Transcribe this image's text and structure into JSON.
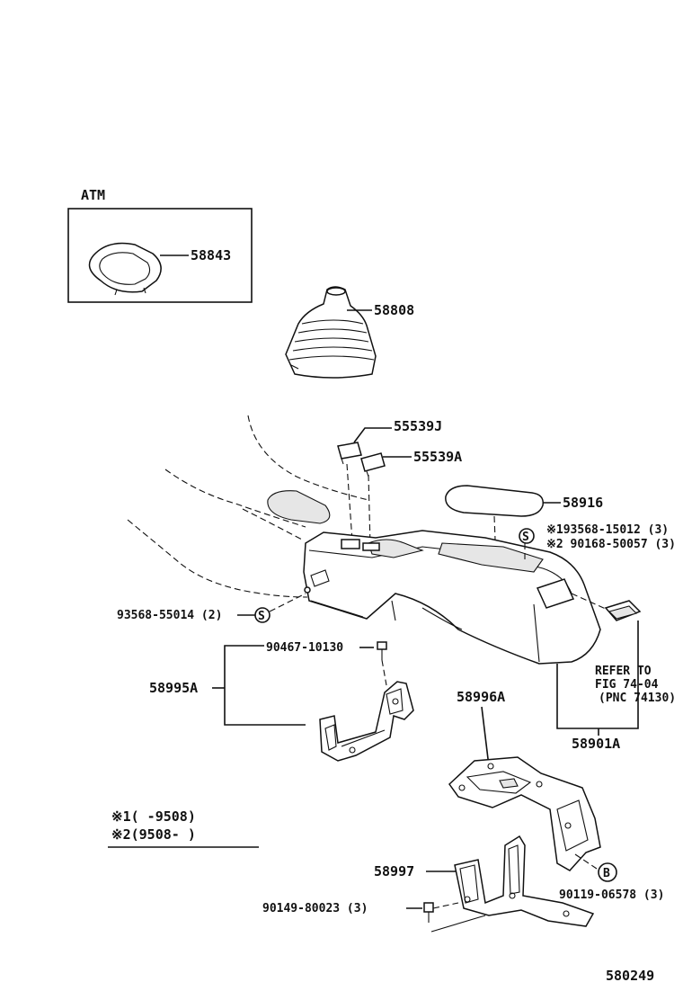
{
  "diagram": {
    "atm_label": "ATM",
    "footnote_1": "※1(     -9508)",
    "footnote_2": "※2(9508-     )",
    "figure_code": "580249",
    "refer_note": [
      "REFER TO",
      "FIG 74-04",
      "(PNC 74130)"
    ],
    "callouts": {
      "p58843": "58843",
      "p58808": "58808",
      "p55539J": "55539J",
      "p55539A": "55539A",
      "p58916": "58916",
      "p93568_15012": "※193568-15012 (3)",
      "p90168_50057": "※2 90168-50057 (3)",
      "p93568_55014": "93568-55014 (2)",
      "p90467_10130": "90467-10130",
      "p58995A": "58995A",
      "p58996A": "58996A",
      "p58901A": "58901A",
      "p58997": "58997",
      "p90149_80023": "90149-80023 (3)",
      "p90119_06578": "90119-06578 (3)"
    },
    "symbols": {
      "s_mark": "S",
      "b_mark": "B"
    }
  }
}
